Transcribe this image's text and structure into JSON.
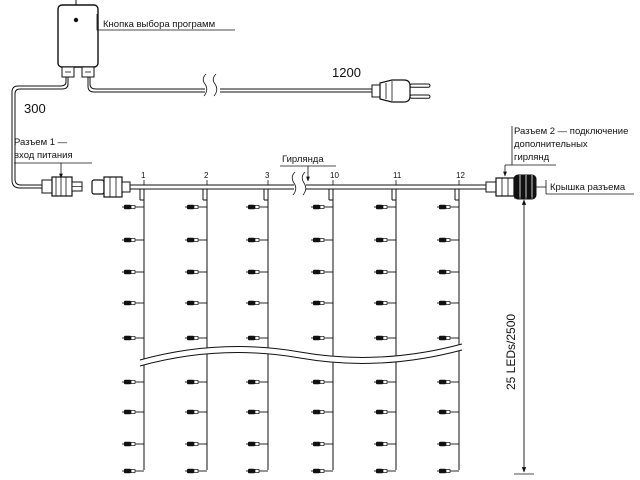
{
  "labels": {
    "program_button": "Кнопка выбора программ",
    "cable_length_main": "1200",
    "cable_length_short": "300",
    "connector1_line1": "Разъем 1 —",
    "connector1_line2": "вход питания",
    "garland": "Гирлянда",
    "connector2_line1": "Разъем 2 — подключение",
    "connector2_line2": "дополнительных",
    "connector2_line3": "гирлянд",
    "connector_cap": "Крышка разъема",
    "height": "25 LEDs/2500"
  },
  "strands": [
    "1",
    "2",
    "3",
    "10",
    "11",
    "12"
  ],
  "colors": {
    "line": "#111111",
    "background": "#ffffff"
  }
}
